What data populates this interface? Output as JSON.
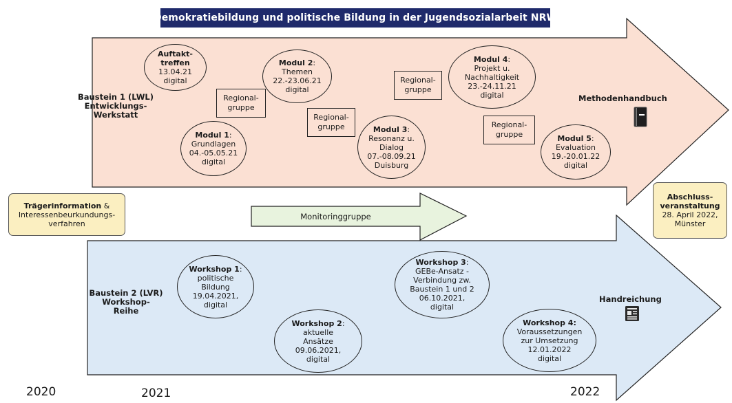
{
  "title": "Demokratiebildung und politische Bildung in der Jugendsozialarbeit NRW",
  "colors": {
    "title_bg": "#1f2a6b",
    "arrow1": "#fbe0d3",
    "arrow2": "#dce9f6",
    "arrow_mid": "#e8f3de",
    "note_bg": "#fbefc1"
  },
  "baustein1": {
    "label": [
      "Baustein 1 (LWL)",
      "Entwicklungs-",
      "Werkstatt"
    ],
    "deliverable": "Methodenhandbuch",
    "deliverable_icon": "book-icon",
    "auftakt": {
      "title": [
        "Auftakt-",
        "treffen"
      ],
      "lines": [
        "13.04.21",
        "digital"
      ]
    },
    "modul1": {
      "title": "Modul 1",
      "suffix": ":",
      "lines": [
        "Grundlagen",
        "04.-05.05.21",
        "digital"
      ]
    },
    "modul2": {
      "title": "Modul 2",
      "suffix": ":",
      "lines": [
        "Themen",
        "22.-23.06.21",
        "digital"
      ]
    },
    "modul3": {
      "title": "Modul 3",
      "suffix": ":",
      "lines": [
        "Resonanz u.",
        "Dialog",
        "07.-08.09.21",
        "Duisburg"
      ]
    },
    "modul4": {
      "title": "Modul 4",
      "suffix": ":",
      "lines": [
        "Projekt u.",
        "Nachhaltigkeit",
        "23.-24.11.21",
        "digital"
      ]
    },
    "modul5": {
      "title": "Modul 5",
      "suffix": ":",
      "lines": [
        "Evaluation",
        "19.-20.01.22",
        "digital"
      ]
    },
    "regional": [
      "Regional-",
      "gruppe"
    ]
  },
  "monitoring": "Monitoringgruppe",
  "traegerinfo": {
    "bold": "Trägerinformation",
    "rest": " &",
    "lines": [
      "Interessenbeurkundungs-",
      "verfahren"
    ]
  },
  "abschluss": {
    "title": [
      "Abschluss-",
      "veranstaltung"
    ],
    "lines": [
      "28. April 2022,",
      "Münster"
    ]
  },
  "baustein2": {
    "label": [
      "Baustein 2 (LVR)",
      "Workshop-",
      "Reihe"
    ],
    "deliverable": "Handreichung",
    "deliverable_icon": "document-icon",
    "ws1": {
      "title": "Workshop 1",
      "suffix": ":",
      "lines": [
        "politische",
        "Bildung",
        "19.04.2021,",
        "digital"
      ]
    },
    "ws2": {
      "title": "Workshop 2",
      "suffix": ":",
      "lines": [
        "aktuelle",
        "Ansätze",
        "09.06.2021,",
        "digital"
      ]
    },
    "ws3": {
      "title": "Workshop 3",
      "suffix": ":",
      "lines": [
        "GEBe-Ansatz -",
        "Verbindung zw.",
        "Baustein 1 und 2",
        "06.10.2021,",
        "digital"
      ]
    },
    "ws4": {
      "title": "Workshop 4:",
      "suffix": "",
      "lines": [
        "Voraussetzungen",
        "zur Umsetzung",
        "12.01.2022",
        "digital"
      ]
    }
  },
  "years": [
    "2020",
    "2021",
    "2022"
  ]
}
